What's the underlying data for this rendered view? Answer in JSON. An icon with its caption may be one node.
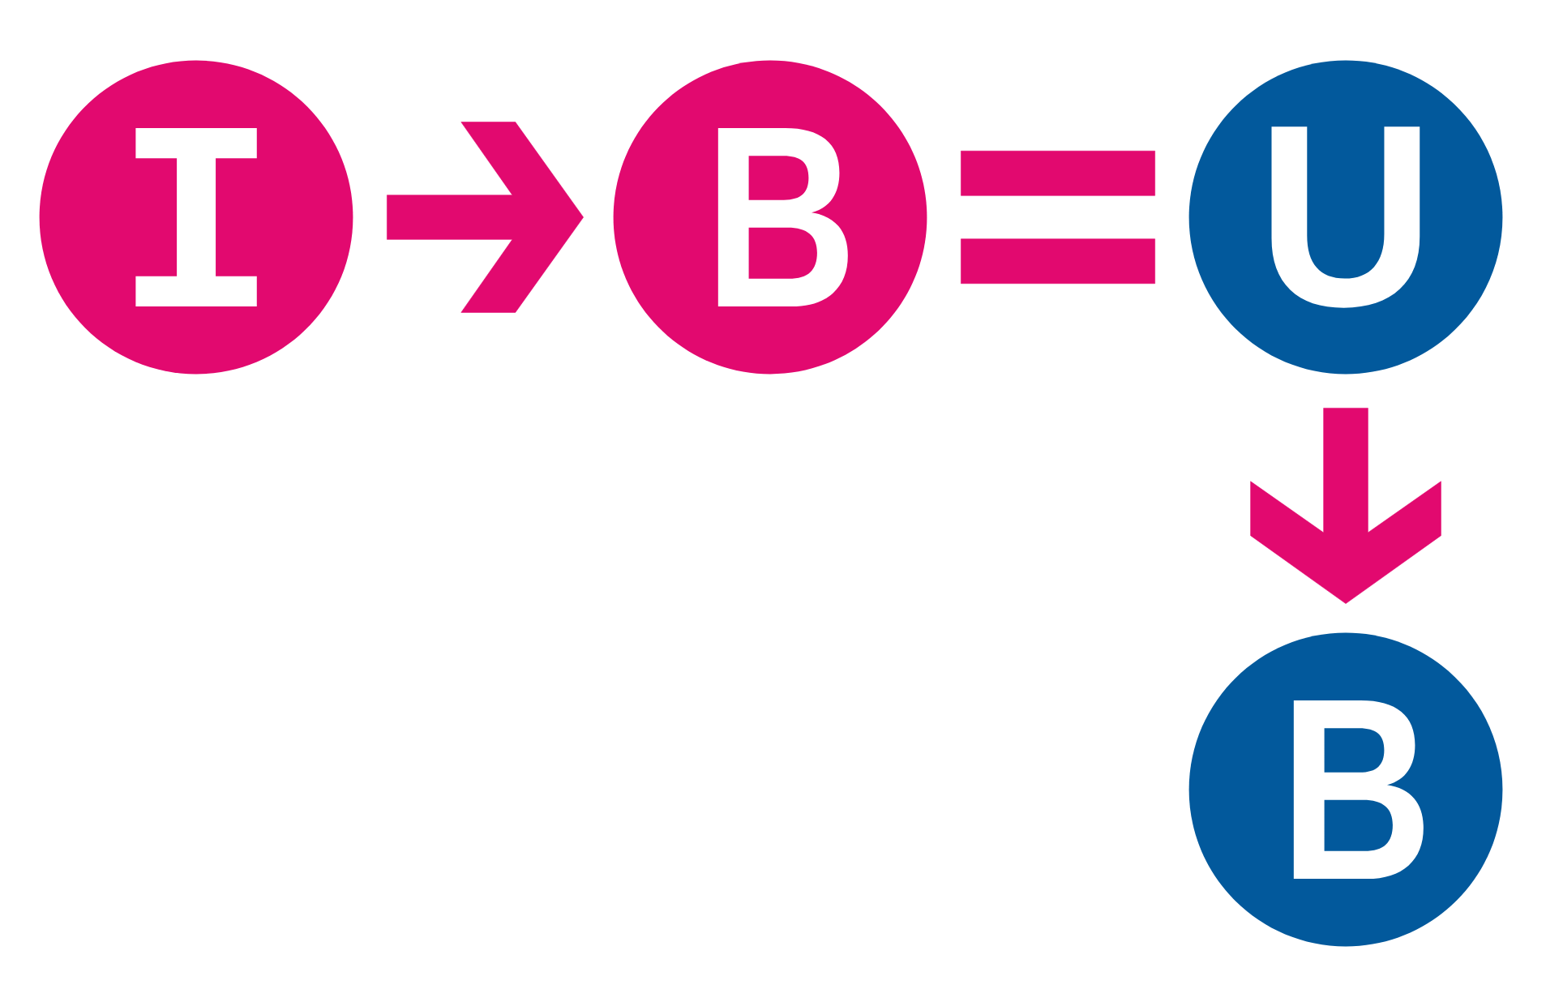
{
  "diagram": {
    "nodes": [
      {
        "text": [
          "I"
        ]
      },
      {
        "text": [
          "B"
        ]
      },
      {
        "text": [
          "U"
        ]
      },
      {
        "text": [
          "B"
        ]
      }
    ],
    "edges": [
      {
        "from": 0,
        "to": 1,
        "arrow": "to"
      },
      {
        "from": 1,
        "to": 2,
        "arrow": "none"
      },
      {
        "from": 2,
        "to": 3,
        "arrow": "to"
      }
    ]
  }
}
